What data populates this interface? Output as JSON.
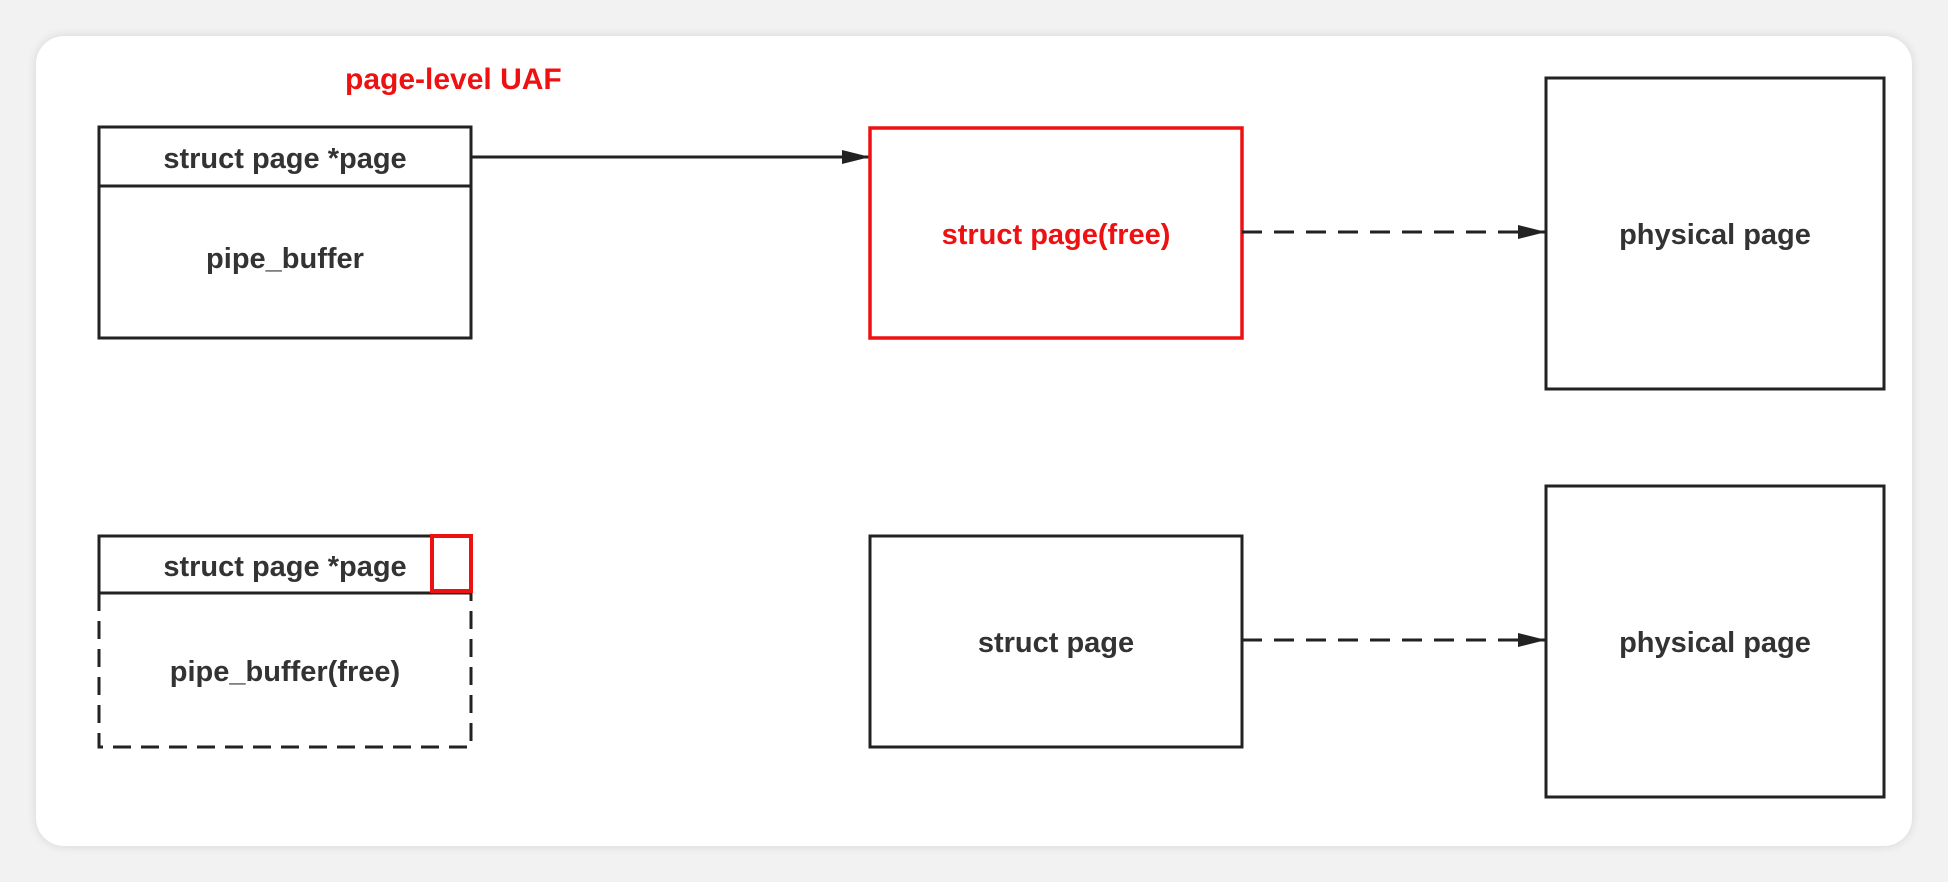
{
  "title": "page-level UAF",
  "colors": {
    "highlight": "#ee1111",
    "stroke": "#222222",
    "text": "#333333"
  },
  "top_row": {
    "pipe_buffer_header": "struct page *page",
    "pipe_buffer_body": "pipe_buffer",
    "struct_page": "struct page(free)",
    "physical_page": "physical page"
  },
  "bottom_row": {
    "pipe_buffer_header": "struct page *page",
    "pipe_buffer_body": "pipe_buffer(free)",
    "struct_page": "struct page",
    "physical_page": "physical page"
  }
}
